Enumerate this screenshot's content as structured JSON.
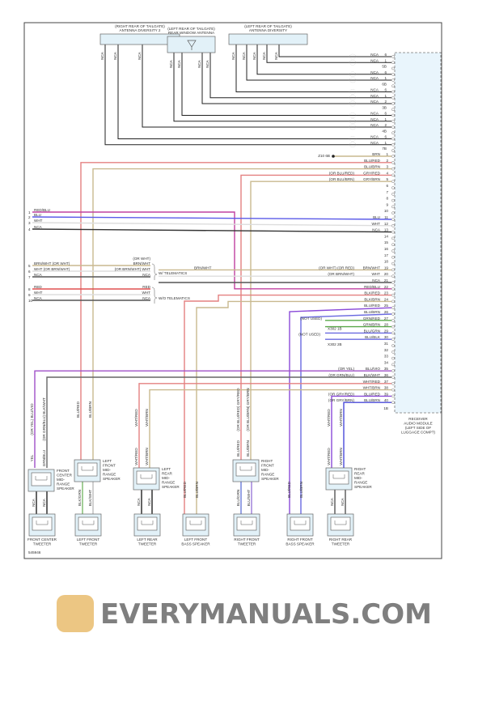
{
  "antennas": [
    {
      "location": "(RIGHT REAR OF TAILGATE)",
      "name": "ANTENNA DIVERSITY 2"
    },
    {
      "location": "(LEFT REAR OF TAILGATE)",
      "name": "REAR WINDOW ANTENNA"
    },
    {
      "location": "(LEFT REAR OF TAILGATE)",
      "name": "ANTENNA DIVERSITY"
    }
  ],
  "antenna_wire_label": "NCA",
  "top_rows": [
    {
      "label": "NCA",
      "pin": "6"
    },
    {
      "label": "NCA",
      "pin": "1"
    },
    {
      "label": "",
      "pin": "5B"
    },
    {
      "label": "NCA",
      "pin": "6"
    },
    {
      "label": "NCA",
      "pin": "1"
    },
    {
      "label": "",
      "pin": "6B"
    },
    {
      "label": "NCA",
      "pin": "6"
    },
    {
      "label": "NCA",
      "pin": "1"
    },
    {
      "label": "NCA",
      "pin": "2"
    },
    {
      "label": "",
      "pin": "3B"
    },
    {
      "label": "NCA",
      "pin": "6"
    },
    {
      "label": "NCA",
      "pin": "1"
    },
    {
      "label": "NCA",
      "pin": "2"
    },
    {
      "label": "",
      "pin": "4B"
    },
    {
      "label": "NCA",
      "pin": "6"
    },
    {
      "label": "NCA",
      "pin": "1"
    },
    {
      "label": "",
      "pin": "7B"
    }
  ],
  "splice_label": "Z10 6B",
  "module": {
    "title": [
      "RECEIVER",
      "AUDIO MODULE",
      "(LEFT SIDE OF",
      "LUGGAGE COMPT)"
    ],
    "connector_tag": "1B",
    "pins": [
      {
        "pin": "1",
        "label": "BRN",
        "alt": "",
        "color": "#c9b98f"
      },
      {
        "pin": "2",
        "label": "BLU/RED",
        "alt": "",
        "color": "#e48080"
      },
      {
        "pin": "3",
        "label": "BLU/BRN",
        "alt": "",
        "color": "#c9b98f"
      },
      {
        "pin": "4",
        "label": "GRY/RED",
        "alt": "(OR BLU/RED)",
        "color": "#e48080"
      },
      {
        "pin": "5",
        "label": "GRY/BRN",
        "alt": "(OR BLU/BRN)",
        "color": "#c9b98f"
      },
      {
        "pin": "6",
        "label": "",
        "alt": "",
        "color": ""
      },
      {
        "pin": "7",
        "label": "",
        "alt": "",
        "color": ""
      },
      {
        "pin": "8",
        "label": "",
        "alt": "",
        "color": ""
      },
      {
        "pin": "9",
        "label": "",
        "alt": "",
        "color": ""
      },
      {
        "pin": "10",
        "label": "",
        "alt": "",
        "color": ""
      },
      {
        "pin": "11",
        "label": "BLU",
        "alt": "",
        "color": "#5a5ae8"
      },
      {
        "pin": "12",
        "label": "WHT",
        "alt": "",
        "color": "#dddddd"
      },
      {
        "pin": "13",
        "label": "NCA",
        "alt": "",
        "color": "#333333"
      },
      {
        "pin": "14",
        "label": "",
        "alt": "",
        "color": ""
      },
      {
        "pin": "15",
        "label": "",
        "alt": "",
        "color": ""
      },
      {
        "pin": "16",
        "label": "",
        "alt": "",
        "color": ""
      },
      {
        "pin": "17",
        "label": "",
        "alt": "",
        "color": ""
      },
      {
        "pin": "18",
        "label": "",
        "alt": "",
        "color": ""
      },
      {
        "pin": "19",
        "label": "BRN/WHT",
        "alt": "(OR WHT)   (OR RED)",
        "color": "#c9b98f"
      },
      {
        "pin": "20",
        "label": "WHT",
        "alt": "(OR BRN/WHT)",
        "color": "#dddddd"
      },
      {
        "pin": "21",
        "label": "NCA",
        "alt": "",
        "color": "#555555"
      },
      {
        "pin": "22",
        "label": "RED/BLU",
        "alt": "",
        "color": "#c040a0"
      },
      {
        "pin": "23",
        "label": "BLK/RED",
        "alt": "",
        "color": "#e48080"
      },
      {
        "pin": "24",
        "label": "BLK/BRN",
        "alt": "",
        "color": "#c9b98f"
      },
      {
        "pin": "25",
        "label": "BLU/RED",
        "alt": "",
        "color": "#8a4ad8"
      },
      {
        "pin": "26",
        "label": "BLU/BRN",
        "alt": "",
        "color": "#6a6ae0"
      },
      {
        "pin": "27",
        "label": "GRN/RED",
        "alt": "",
        "color": "#5aa84a"
      },
      {
        "pin": "28",
        "label": "GRN/BRN",
        "alt": "",
        "color": "#5aa84a"
      },
      {
        "pin": "29",
        "label": "BLU/GRN",
        "alt": "",
        "color": "#6a6ae0"
      },
      {
        "pin": "30",
        "label": "BLU/BLK",
        "alt": "",
        "color": "#6a6ae0"
      },
      {
        "pin": "31",
        "label": "",
        "alt": "",
        "color": ""
      },
      {
        "pin": "32",
        "label": "",
        "alt": "",
        "color": ""
      },
      {
        "pin": "33",
        "label": "",
        "alt": "",
        "color": ""
      },
      {
        "pin": "34",
        "label": "",
        "alt": "",
        "color": ""
      },
      {
        "pin": "35",
        "label": "BLU/VIO",
        "alt": "(OR YEL)",
        "color": "#a050c8"
      },
      {
        "pin": "36",
        "label": "BLK/WHT",
        "alt": "(OR GRN/BLU)",
        "color": "#666666"
      },
      {
        "pin": "37",
        "label": "WHT/RED",
        "alt": "",
        "color": "#e48080"
      },
      {
        "pin": "38",
        "label": "WHT/BRN",
        "alt": "",
        "color": "#c9b98f"
      },
      {
        "pin": "39",
        "label": "BLU/RED",
        "alt": "(OR GRY/RED)",
        "color": "#8a4ad8"
      },
      {
        "pin": "40",
        "label": "BLU/BRN",
        "alt": "(OR GRY/BRN)",
        "color": "#4a4ad8"
      }
    ]
  },
  "inputs": [
    {
      "pin": "1",
      "label": "RED/BLU",
      "right": ""
    },
    {
      "pin": "2",
      "label": "BLU",
      "right": ""
    },
    {
      "pin": "3",
      "label": "WHT",
      "right": ""
    },
    {
      "pin": "4",
      "label": "NCA",
      "right": ""
    },
    {
      "pin": "5",
      "label": "BRN/WHT   (OR WHT)",
      "right": "BRN/WHT"
    },
    {
      "pin": "6",
      "label": "WHT  (OR BRN/WHT)",
      "right": "(OR BRN/WHT)   WHT"
    },
    {
      "pin": "7",
      "label": "NCA",
      "right": "NCA"
    },
    {
      "pin": "8",
      "label": "RED",
      "right": "RED"
    },
    {
      "pin": "9",
      "label": "WHT",
      "right": "WHT"
    },
    {
      "pin": "10",
      "label": "NCA",
      "right": "NCA"
    }
  ],
  "input_pin5_alt": "(OR WHT)",
  "telematics": {
    "with": "W/ TELEMATICS",
    "without": "W/O TELEMATICS"
  },
  "not_used": [
    "(NOT USED)",
    "(NOT USED)"
  ],
  "connectors": [
    "X302 1B",
    "X302 2B"
  ],
  "speakers": [
    {
      "name": [
        "FRONT",
        "CENTER",
        "MID-",
        "RANGE",
        "SPEAKER"
      ],
      "wires_in": [
        "(OR YEL) BLU/VIO",
        "(OR GRN/BLU) BLK/WHT"
      ],
      "wires_spk": [
        "YEL",
        "GRN/BLU"
      ],
      "wires_out": [
        "NCA",
        "NCA"
      ],
      "tweeter": [
        "FRONT CENTER",
        "TWEETER"
      ]
    },
    {
      "name": [
        "LEFT",
        "FRONT",
        "MID-",
        "RANGE",
        "SPEAKER"
      ],
      "wires_in": [
        "BLU/RED",
        "BLU/BRN"
      ],
      "wires_spk": [],
      "wires_out": [
        "BLK/GRN",
        "BLK/WHT"
      ],
      "tweeter": [
        "LEFT FRONT",
        "TWEETER"
      ]
    },
    {
      "name": [
        "LEFT",
        "REAR",
        "MID-",
        "RANGE",
        "SPEAKER"
      ],
      "wires_in": [
        "WHT/RED",
        "WHT/BRN"
      ],
      "wires_spk": [
        "WHT/RED",
        "WHT/BRN"
      ],
      "wires_out": [
        "NCA",
        "NCA"
      ],
      "tweeter": [
        "LEFT REAR",
        "TWEETER"
      ]
    },
    {
      "name": [
        "RIGHT",
        "FRONT",
        "MID-",
        "RANGE",
        "SPEAKER"
      ],
      "wires_in": [
        "(OR BLU/RED) GRY/RED",
        "(OR BLU/BRN) GRY/BRN"
      ],
      "wires_spk": [
        "BLU/RED",
        "BLU/BRN"
      ],
      "wires_out": [
        "BLU/GRN",
        "BLU/WHT"
      ],
      "tweeter": [
        "RIGHT FRONT",
        "TWEETER"
      ]
    },
    {
      "name": [
        "RIGHT",
        "REAR",
        "MID-",
        "RANGE",
        "SPEAKER"
      ],
      "wires_in": [
        "WHT/RED",
        "WHT/BRN"
      ],
      "wires_spk": [
        "WHT/RED",
        "WHT/BRN"
      ],
      "wires_out": [
        "NCA",
        "NCA"
      ],
      "tweeter": [
        "RIGHT REAR",
        "TWEETER"
      ]
    }
  ],
  "bass_speakers": [
    {
      "name": [
        "LEFT FRONT",
        "BASS SPEAKER"
      ],
      "wires": [
        "BLU/RED",
        "BLU/BRN"
      ]
    },
    {
      "name": [
        "RIGHT FRONT",
        "BASS SPEAKER"
      ],
      "wires": [
        "BLU/RED",
        "BLU/BRN"
      ]
    }
  ],
  "diagram_id": "545946",
  "watermark": "EVERYMANUALS.COM"
}
